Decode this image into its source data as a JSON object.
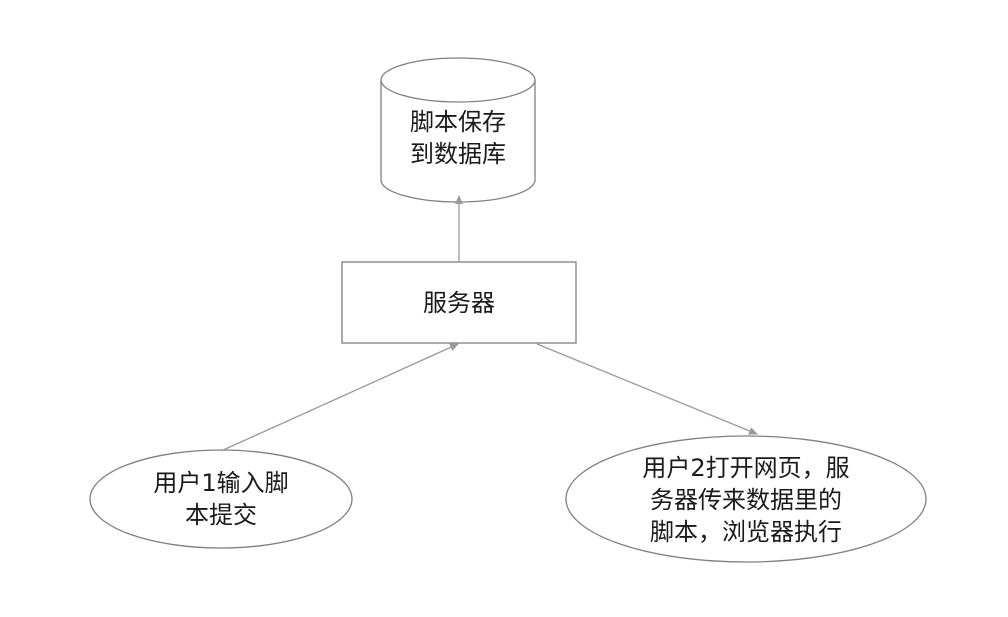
{
  "diagram": {
    "database": {
      "lines": [
        "脚本保存",
        "到数据库"
      ]
    },
    "server": {
      "label": "服务器"
    },
    "user1": {
      "lines": [
        "用户1输入脚",
        "本提交"
      ]
    },
    "user2": {
      "lines": [
        "用户2打开网页，服",
        "务器传来数据里的",
        "脚本，浏览器执行"
      ]
    },
    "colors": {
      "stroke": "#7f7f7f",
      "arrow": "#9a9a9a",
      "text": "#1a1a1a",
      "background": "#ffffff"
    }
  }
}
